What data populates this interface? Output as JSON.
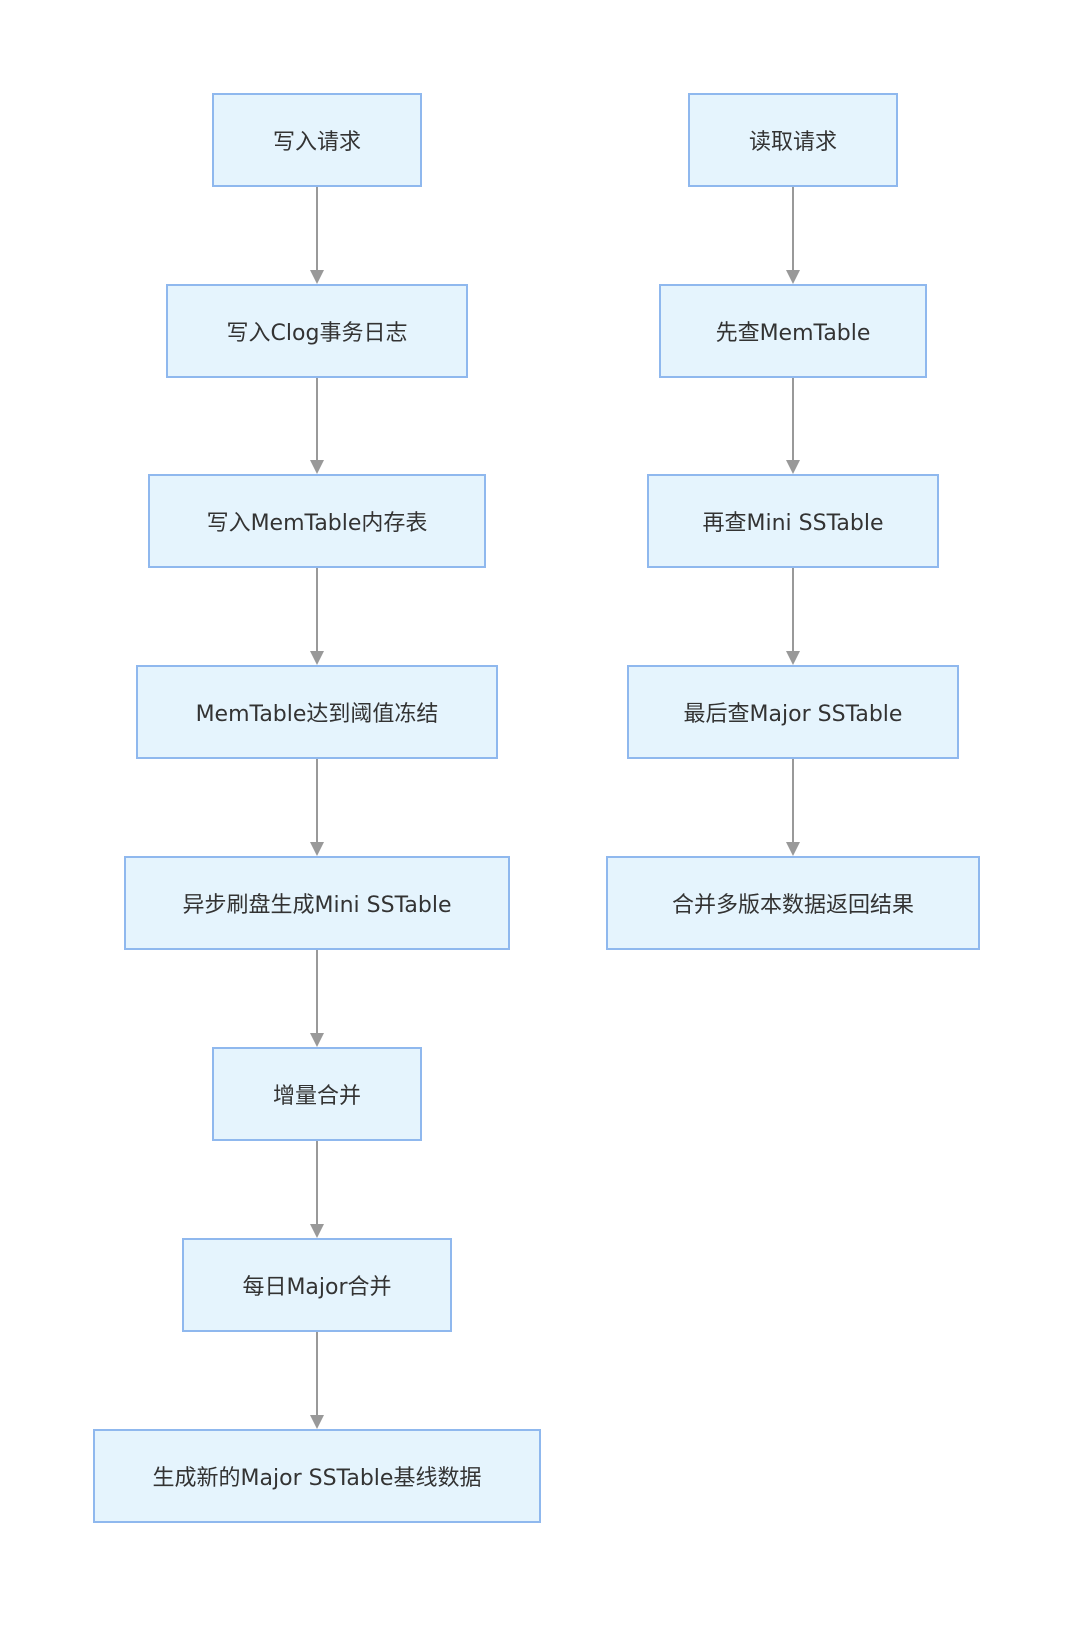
{
  "flowchart": {
    "write_path": [
      {
        "id": "w1",
        "label": "写入请求"
      },
      {
        "id": "w2",
        "label": "写入Clog事务日志"
      },
      {
        "id": "w3",
        "label": "写入MemTable内存表"
      },
      {
        "id": "w4",
        "label": "MemTable达到阈值冻结"
      },
      {
        "id": "w5",
        "label": "异步刷盘生成Mini SSTable"
      },
      {
        "id": "w6",
        "label": "增量合并"
      },
      {
        "id": "w7",
        "label": "每日Major合并"
      },
      {
        "id": "w8",
        "label": "生成新的Major SSTable基线数据"
      }
    ],
    "read_path": [
      {
        "id": "r1",
        "label": "读取请求"
      },
      {
        "id": "r2",
        "label": "先查MemTable"
      },
      {
        "id": "r3",
        "label": "再查Mini SSTable"
      },
      {
        "id": "r4",
        "label": "最后查Major SSTable"
      },
      {
        "id": "r5",
        "label": "合并多版本数据返回结果"
      }
    ],
    "edges": [
      [
        "w1",
        "w2"
      ],
      [
        "w2",
        "w3"
      ],
      [
        "w3",
        "w4"
      ],
      [
        "w4",
        "w5"
      ],
      [
        "w5",
        "w6"
      ],
      [
        "w6",
        "w7"
      ],
      [
        "w7",
        "w8"
      ],
      [
        "r1",
        "r2"
      ],
      [
        "r2",
        "r3"
      ],
      [
        "r3",
        "r4"
      ],
      [
        "r4",
        "r5"
      ]
    ],
    "colors": {
      "node_fill": "#e5f4fd",
      "node_border": "#8fb8ee",
      "edge": "#999999",
      "text": "#333333"
    }
  }
}
